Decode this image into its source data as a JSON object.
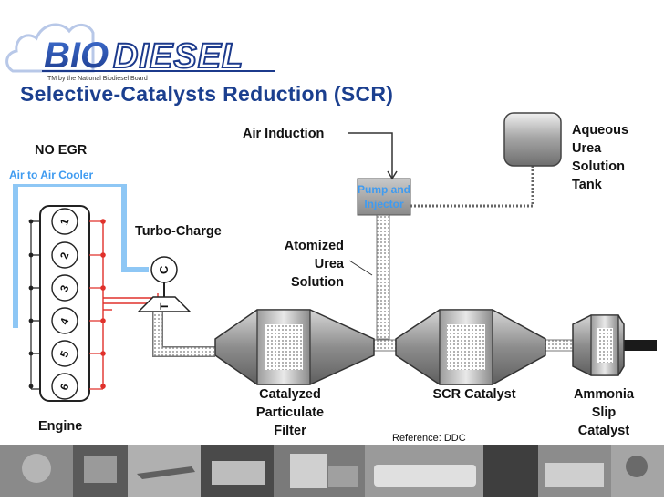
{
  "header": {
    "logo_text_bio": "BIO",
    "logo_text_diesel": "DIESEL",
    "tm_line": "TM by the National Biodiesel Board",
    "title": "Selective-Catalysts Reduction (SCR)"
  },
  "labels": {
    "no_egr": "NO EGR",
    "air_to_air_cooler": "Air to Air Cooler",
    "turbo_charge": "Turbo-Charge",
    "air_induction": "Air Induction",
    "pump_injector_line1": "Pump and",
    "pump_injector_line2": "Injector",
    "atomized_line1": "Atomized",
    "atomized_line2": "Urea",
    "atomized_line3": "Solution",
    "tank_line1": "Aqueous",
    "tank_line2": "Urea",
    "tank_line3": "Solution",
    "tank_line4": "Tank",
    "engine": "Engine",
    "cpf_line1": "Catalyzed",
    "cpf_line2": "Particulate",
    "cpf_line3": "Filter",
    "scr_catalyst": "SCR Catalyst",
    "ammonia_line1": "Ammonia",
    "ammonia_line2": "Slip",
    "ammonia_line3": "Catalyst",
    "reference": "Reference: DDC",
    "turbo_c": "C",
    "turbo_t": "T"
  },
  "cylinders": [
    "1",
    "2",
    "3",
    "4",
    "5",
    "6"
  ],
  "colors": {
    "title_blue": "#1b3f8f",
    "logo_blue": "#2a4fb0",
    "cooler_blue": "#8ec7f5",
    "label_blue": "#3f9bf0",
    "exhaust_red": "#e0312b",
    "catalyst_gray": "#8c8c8c"
  }
}
